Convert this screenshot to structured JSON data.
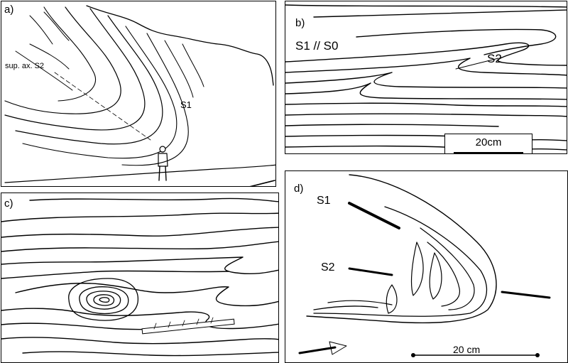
{
  "panels": {
    "a": {
      "label": "a)",
      "annotations": {
        "axial_surface": "sup. ax. S2",
        "cleavage": "S1"
      }
    },
    "b": {
      "label": "b)",
      "annotations": {
        "s1_s0": "S1 // S0",
        "s2": "S2"
      },
      "scale_bar": "20cm"
    },
    "c": {
      "label": "c)"
    },
    "d": {
      "label": "d)",
      "annotations": {
        "s1": "S1",
        "s2": "S2"
      },
      "scale_bar": "20 cm"
    }
  }
}
